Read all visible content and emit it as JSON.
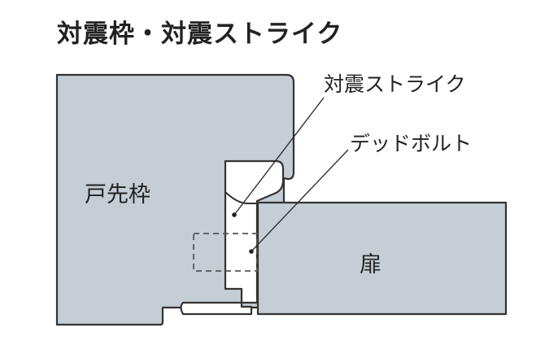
{
  "title": "対震枠・対震ストライク",
  "labels": {
    "strike": "対震ストライク",
    "deadbolt": "デッドボルト",
    "frame": "戸先枠",
    "door": "扉"
  },
  "colors": {
    "panel_fill": "#c5ced5",
    "outline": "#333333",
    "background": "#ffffff",
    "text": "#222222"
  }
}
